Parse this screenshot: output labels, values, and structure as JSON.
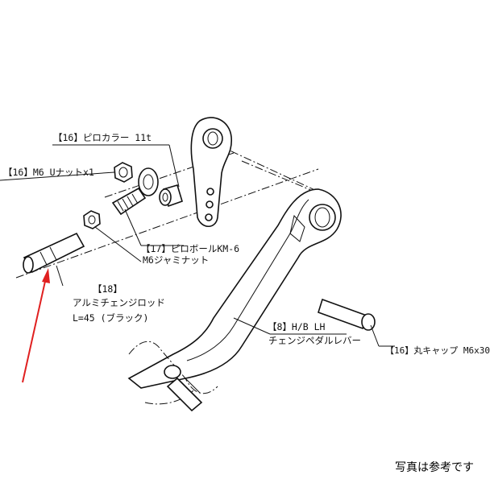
{
  "labels": {
    "collar": "【16】ピロカラー 11t",
    "nut": "【16】M6 Uナットx1",
    "ball": "【17】ピロボールKM-6",
    "jam_nut": "M6ジャミナット",
    "rod_num": "【18】",
    "rod_name": "アルミチェンジロッド",
    "rod_size": "L=45 (ブラック)",
    "lever_num": "【8】H/B LH",
    "lever_name": "チェンジペダルレバー",
    "cap": "【16】丸キャップ M6x30"
  },
  "caption": "写真は参考です",
  "colors": {
    "line": "#111111",
    "arrow": "#e02020"
  }
}
